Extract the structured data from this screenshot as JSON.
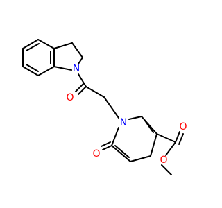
{
  "atoms": {
    "n_indoline": "N",
    "o_amide": "O",
    "n_pyridone": "N",
    "o_pyridone": "O",
    "o_ester_carbonyl": "O",
    "o_ester_methoxy": "O"
  },
  "colors": {
    "bond": "#000000",
    "nitrogen": "#0000ff",
    "oxygen": "#ff0000",
    "background": "#ffffff"
  }
}
